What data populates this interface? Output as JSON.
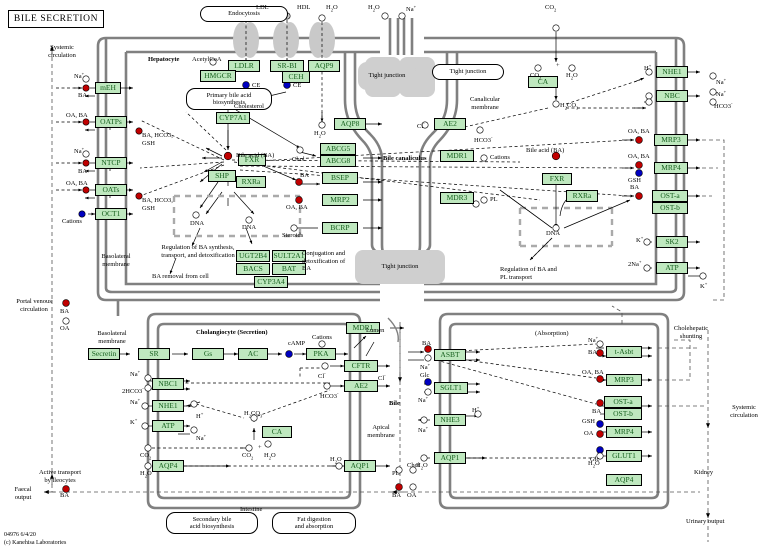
{
  "title": "BILE SECRETION",
  "footer": {
    "id": "04976   6/4/20",
    "copyright": "(c) Kanehisa Laboratories"
  },
  "compartments": {
    "hepatocyte": "Hepatocyte",
    "cholangiocyte": "Cholangiocyte   (Secretion)",
    "absorption": "(Absorption)",
    "bile_canaliculus": "Bile canaliculus",
    "tight_junction_1": "Tight junction",
    "tight_junction_2": "Tight junction",
    "tight_junction_3": "Tight junction",
    "endocytosis": "Endocytosis"
  },
  "membranes": {
    "basolateral_1": "Basolateral\nmembrane",
    "basolateral_2": "Basolateral\nmembrane",
    "canalicular": "Canalicular\nmembrane",
    "apical": "Apical\nmembrane"
  },
  "circulation": {
    "systemic_left": "Systemic\ncirculation",
    "portal_venous": "Portal venous\ncirculation",
    "systemic_right": "Systemic\ncirculation",
    "cholehepatic": "Cholehepatic\nshunting",
    "kidney": "Kidney",
    "urinary_output": "Urinary output",
    "faecal_output": "Faecal\noutput",
    "intestine": "Intestine",
    "lumen": "Lumen",
    "bile": "Bile",
    "active_transport": "Active transport\nby ileocytes"
  },
  "map_links": [
    {
      "name": "primary-bile-acid-biosynthesis",
      "label": "Primary bile acid\nbiosynthesis"
    },
    {
      "name": "secondary-bile-acid-biosynthesis",
      "label": "Secondary bile\nacid biosynthesis"
    },
    {
      "name": "fat-digestion-and-absorption",
      "label": "Fat digestion\nand absorption"
    }
  ],
  "process_labels": [
    {
      "name": "regulation-ba-synthesis",
      "label": "Regulation of BA synthesis,\ntransport, and detoxification"
    },
    {
      "name": "ba-removal-from-cell",
      "label": "BA removal from cell"
    },
    {
      "name": "conjugation-detoxification",
      "label": "Conjugation and\ndetoxification of\nBA"
    },
    {
      "name": "regulation-ba-pl-transport",
      "label": "Regulation of BA and\nPL transport"
    }
  ],
  "genes": {
    "hepatocyte_basolateral": [
      "mEH",
      "OATPs",
      "NTCP",
      "OATs",
      "OCT1"
    ],
    "hepatocyte_apical_top": [
      "LDLR",
      "SR-BI",
      "AQP9"
    ],
    "hepatocyte_metabolism": [
      "HMGCR",
      "CEH",
      "CYP7A1",
      "FXR",
      "SHP",
      "RXRa"
    ],
    "hepatocyte_conjugation": [
      "UGT2B4",
      "SULT2A1",
      "BACS",
      "BAT",
      "CYP3A4"
    ],
    "canalicular_left": [
      "AQP8",
      "ABCG5",
      "ABCG8",
      "BSEP",
      "MRP2",
      "BCRP"
    ],
    "canalicular_right": [
      "AE2",
      "MDR1",
      "MDR3"
    ],
    "hepatocyte_right": [
      "CA",
      "NHE1",
      "NBC",
      "MRP3",
      "MRP4",
      "OST-a",
      "OST-b",
      "SK2",
      "ATP",
      "FXR",
      "RXRa"
    ],
    "cholangiocyte_secretion": [
      "Secretin",
      "SR",
      "Gs",
      "AC",
      "PKA",
      "MDR1",
      "CFTR",
      "AE2",
      "NBC1",
      "NHE1",
      "ATP",
      "CA",
      "AQP4",
      "AQP1"
    ],
    "cholangiocyte_absorption": [
      "ASBT",
      "SGLT1",
      "NHE3",
      "AQP1",
      "t-Asbt",
      "MRP3",
      "OST-a",
      "OST-b",
      "MRP4",
      "GLUT1",
      "AQP4"
    ]
  },
  "metabolites": {
    "ldl": "LDL",
    "hdl": "HDL",
    "h2o": "H2O",
    "na": "Na",
    "ce": "CE",
    "cholesterol": "Cholesterol",
    "acetylcoa": "AcetylCoA",
    "chol": "Chol",
    "bile_acid": "Bile acid (BA)",
    "ba": "BA",
    "oa": "OA",
    "oa_ba": "OA, BA",
    "gsh": "GSH",
    "ba_hco3_gsh": "BA, HCO3,\nGSH",
    "cations": "Cations",
    "dna": "DNA",
    "steroids": "Steroids",
    "cl": "Cl",
    "hco3": "HCO3",
    "co2": "CO2",
    "h2co3": "H2CO3",
    "camp": "cAMP",
    "pl": "PL",
    "h": "H",
    "k": "K",
    "glc": "Glc",
    "2na": "2Na",
    "2hco3": "2HCO3"
  },
  "colors": {
    "gene_fill": "#bfe8bf",
    "gene_text": "#16601e",
    "membrane": "#808080",
    "compound_red": "#c00000",
    "compound_blue": "#0000c0",
    "compound_open": "#ffffff",
    "background": "#ffffff"
  }
}
